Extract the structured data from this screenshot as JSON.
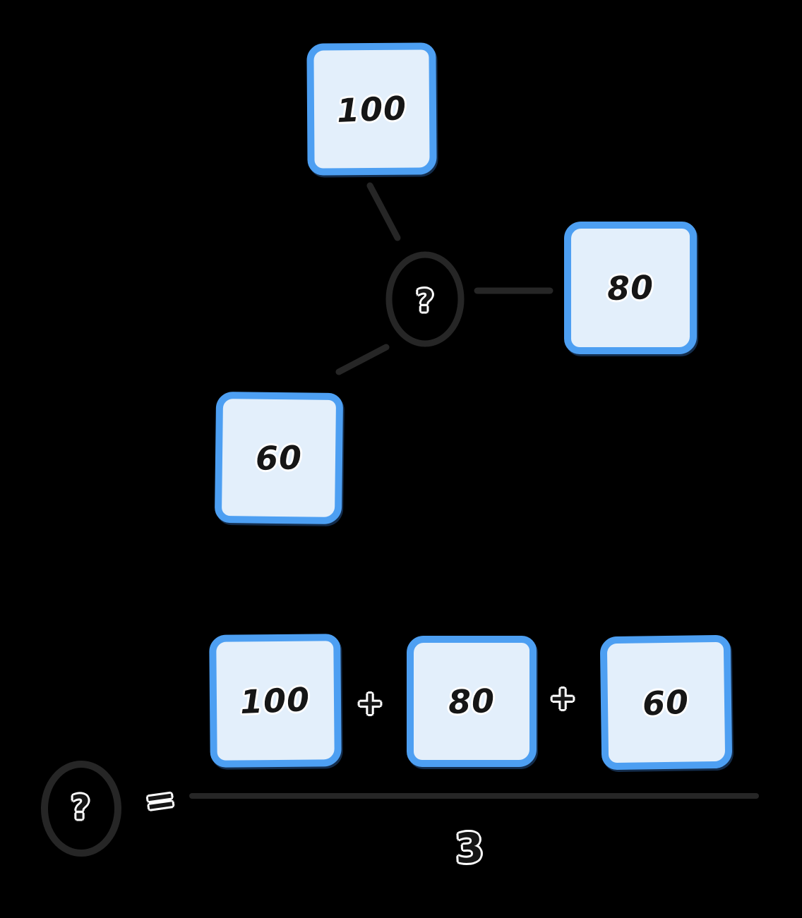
{
  "colors": {
    "background": "#000000",
    "card_border": "#4d9ff2",
    "card_fill": "#e3effb",
    "stroke": "#262626",
    "ink": "#161616",
    "halo": "#ffffff"
  },
  "diagram": {
    "center_label": "?",
    "nodes": [
      {
        "label": "100"
      },
      {
        "label": "80"
      },
      {
        "label": "60"
      }
    ]
  },
  "equation": {
    "result_label": "?",
    "equals_sign": "=",
    "plus_sign": "+",
    "numerator": [
      {
        "label": "100"
      },
      {
        "label": "80"
      },
      {
        "label": "60"
      }
    ],
    "denominator": "3"
  }
}
